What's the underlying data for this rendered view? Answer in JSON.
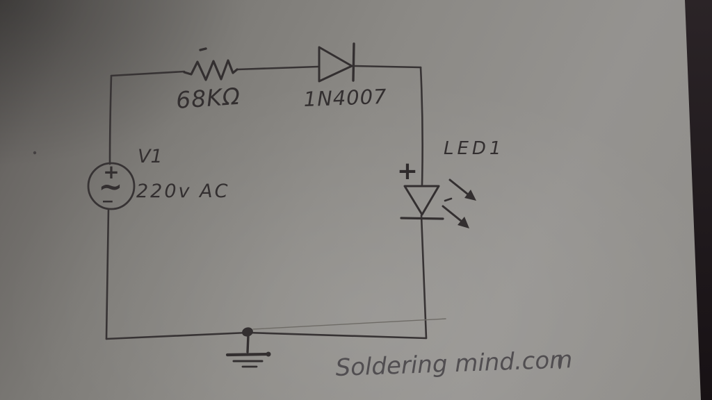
{
  "photo": {
    "description": "Hand-drawn LED mains circuit schematic on gray paper, photographed",
    "colors": {
      "paper": "#8b8985",
      "paper_shadow_topleft": "#555250",
      "photo_edge_dark": "#221c1f",
      "pen_ink": "#332f30",
      "pencil": "#514e51"
    }
  },
  "circuit": {
    "voltage_source": {
      "ref": "V1",
      "value": "220v AC",
      "plus_symbol": "+",
      "ac_wave_symbol": "~",
      "minus_symbol": "−"
    },
    "resistor": {
      "value": "68KΩ"
    },
    "rectifier_diode": {
      "part_number": "1N4007"
    },
    "led": {
      "ref": "LED1",
      "polarity_symbol": "+"
    },
    "ground": {
      "type": "earth-ground"
    },
    "watermark": {
      "text": "Soldering mind.com"
    }
  }
}
